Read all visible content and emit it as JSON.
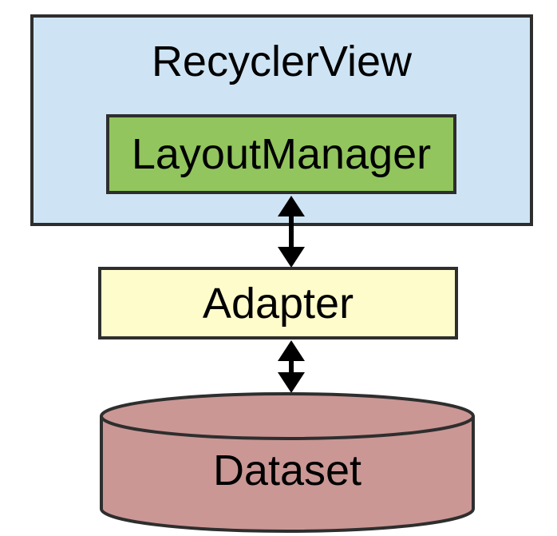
{
  "diagram": {
    "nodes": {
      "recyclerview": {
        "label": "RecyclerView",
        "fill": "#cee4f4"
      },
      "layout_manager": {
        "label": "LayoutManager",
        "fill": "#92c55d"
      },
      "adapter": {
        "label": "Adapter",
        "fill": "#fffccb"
      },
      "dataset": {
        "label": "Dataset",
        "fill": "#ca9795",
        "shape": "cylinder"
      }
    },
    "connections": [
      {
        "from": "layout_manager",
        "to": "adapter",
        "style": "double-headed-arrow"
      },
      {
        "from": "adapter",
        "to": "dataset",
        "style": "double-headed-arrow"
      }
    ],
    "colors": {
      "border": "#2e2e2e",
      "arrow": "#000000",
      "text": "#000000",
      "background": "#ffffff"
    }
  }
}
